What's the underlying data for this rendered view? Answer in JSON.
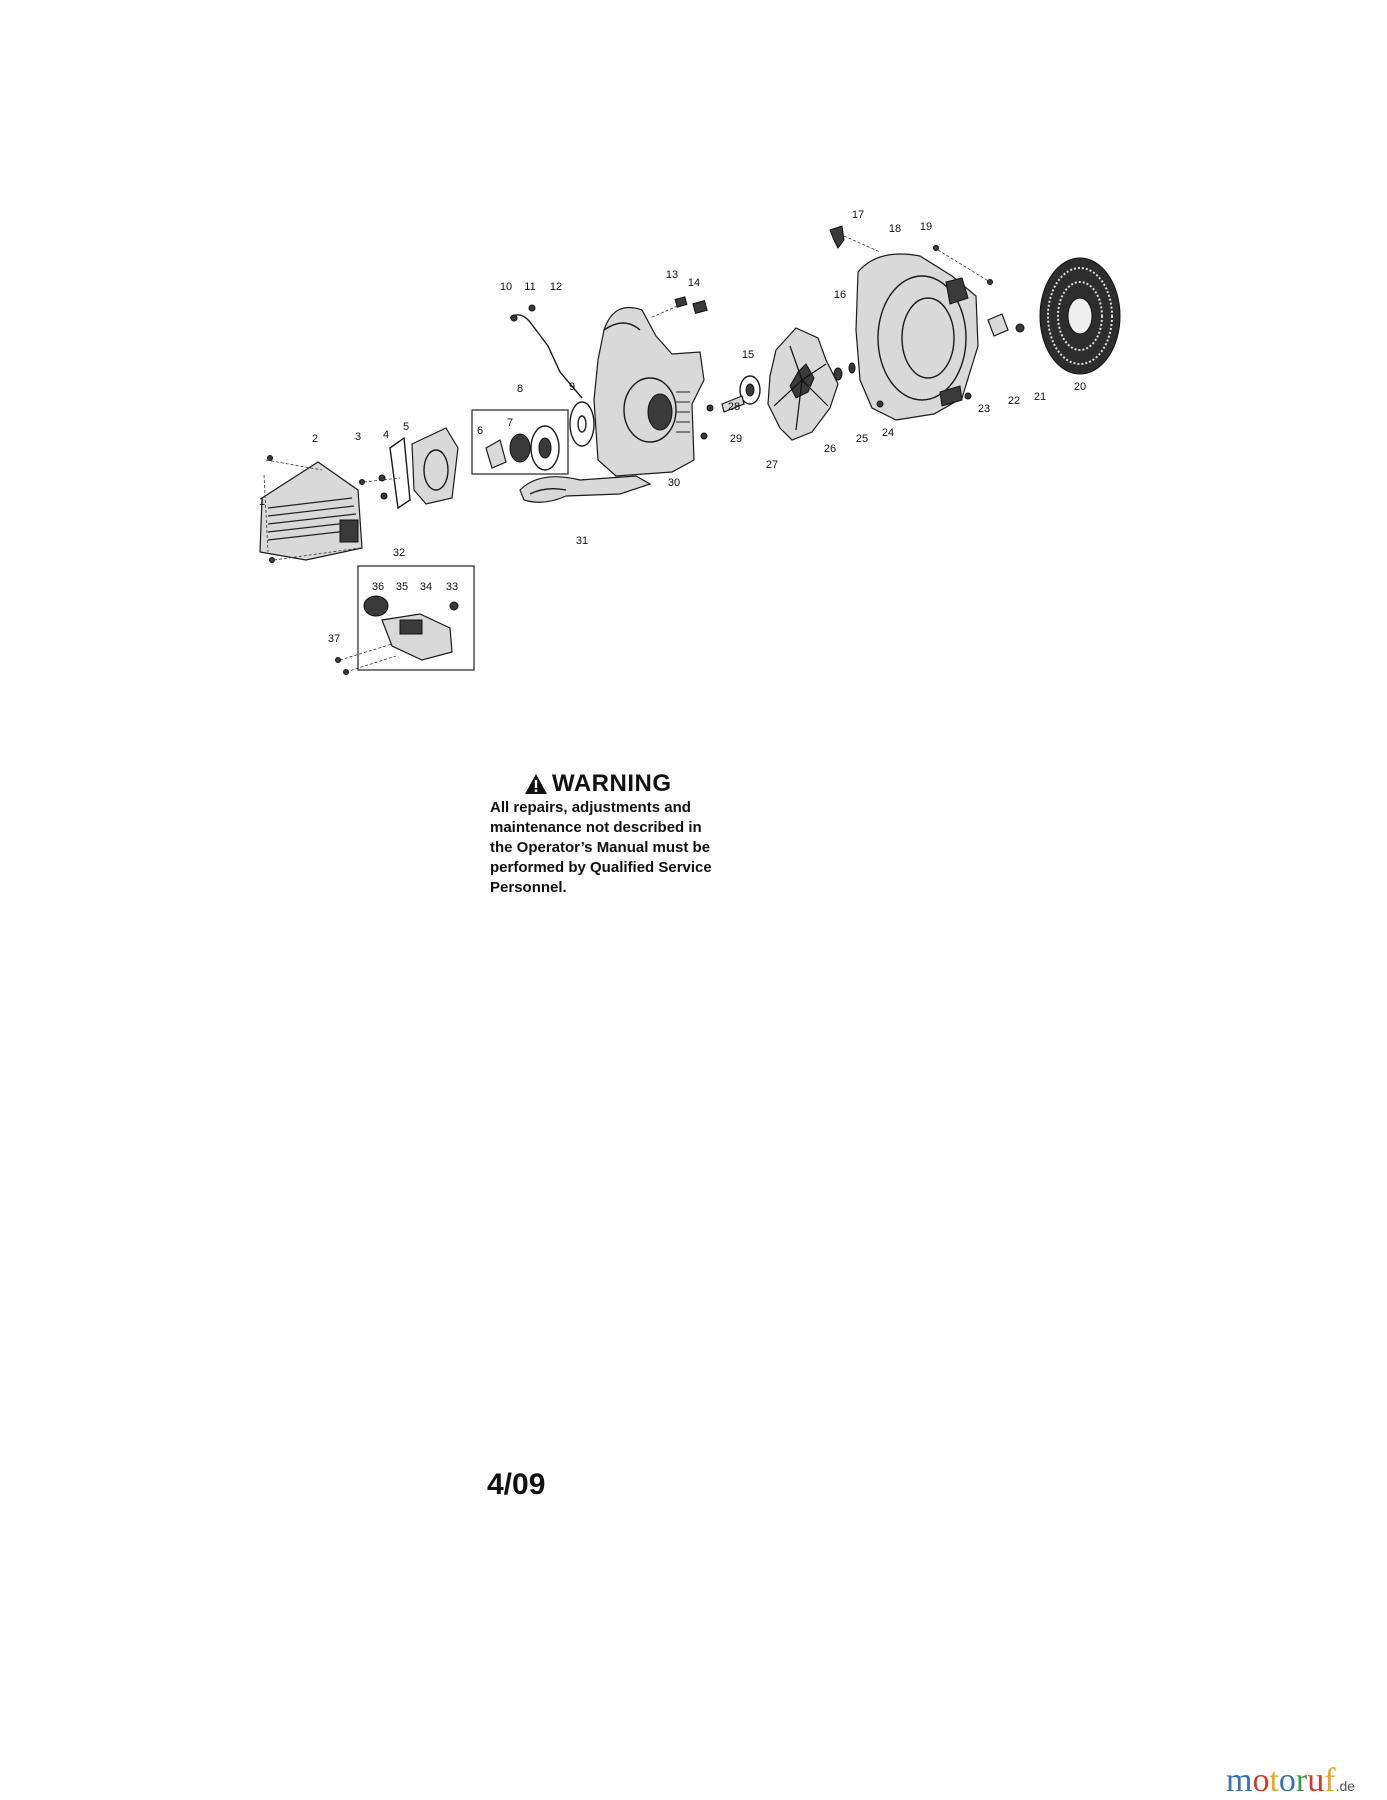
{
  "callouts": [
    "1",
    "2",
    "3",
    "4",
    "5",
    "6",
    "7",
    "8",
    "9",
    "10",
    "11",
    "12",
    "13",
    "14",
    "15",
    "16",
    "17",
    "18",
    "19",
    "20",
    "21",
    "22",
    "23",
    "24",
    "25",
    "26",
    "27",
    "28",
    "29",
    "30",
    "31",
    "32",
    "33",
    "34",
    "35",
    "36",
    "37"
  ],
  "warning": {
    "icon": "warning-triangle-icon",
    "title": "WARNING",
    "lines": [
      "All repairs, adjustments and",
      "maintenance not described in",
      "the Operator’s Manual must be",
      "performed by Qualified Service",
      "Personnel."
    ]
  },
  "revision": "4/09",
  "brand": {
    "letters": [
      "m",
      "o",
      "t",
      "o",
      "r",
      "u",
      "f"
    ],
    "letter_colors": [
      "#3b6fb6",
      "#d23a2c",
      "#e5a823",
      "#3b6fb6",
      "#3a9a48",
      "#d23a2c",
      "#e5a823"
    ],
    "suffix": ".de"
  }
}
